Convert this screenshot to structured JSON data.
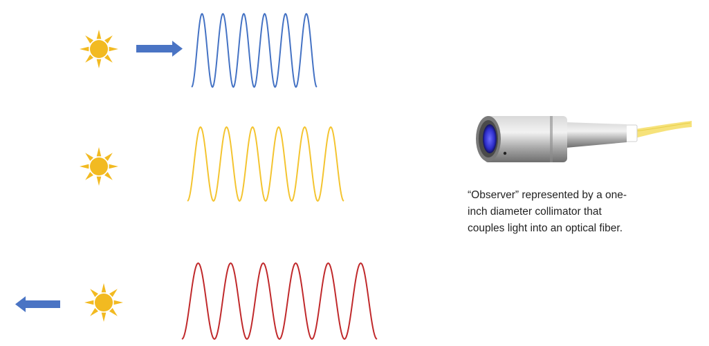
{
  "colors": {
    "blue_wave": "#4472C4",
    "yellow_wave": "#F4C430",
    "red_wave": "#C0292B",
    "sun": "#F2BA21",
    "arrow": "#4A74C4",
    "fiber": "#F6E27A"
  },
  "rows": [
    {
      "name": "blueshift",
      "wave_color": "blue_wave",
      "cycles": 6,
      "motion": "toward-observer"
    },
    {
      "name": "rest",
      "wave_color": "yellow_wave",
      "cycles": 6,
      "motion": "none"
    },
    {
      "name": "redshift",
      "wave_color": "red_wave",
      "cycles": 6,
      "motion": "away-from-observer"
    }
  ],
  "icons": {
    "source": "sun-icon",
    "motion": "arrow-icon",
    "observer": "collimator-icon"
  },
  "caption": {
    "line1": "“Observer” represented by a one-",
    "line2": "inch diameter collimator that",
    "line3": "couples light into an optical fiber."
  }
}
